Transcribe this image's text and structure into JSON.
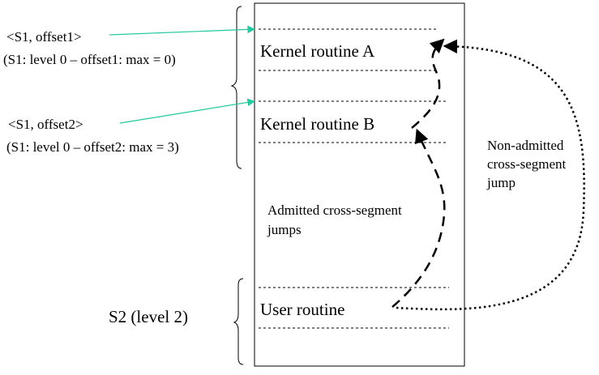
{
  "segment_s1": {
    "entry1": {
      "pointer_label": "<S1, offset1>",
      "detail_label": "(S1: level 0 – offset1: max = 0)"
    },
    "entry2": {
      "pointer_label": "<S1, offset2>",
      "detail_label": "(S1: level 0 – offset2: max = 3)"
    }
  },
  "segment_s2": {
    "label": "S2 (level 2)"
  },
  "memory": {
    "routines": [
      "Kernel routine A",
      "Kernel routine B",
      "User routine"
    ]
  },
  "jumps": {
    "admitted_label_lines": [
      "Admitted cross-segment",
      "jumps"
    ],
    "non_admitted_label_lines": [
      "Non-admitted",
      "cross-segment",
      "jump"
    ]
  },
  "colors": {
    "pointer_arrow": "#22c8a0",
    "ink": "#000000"
  }
}
